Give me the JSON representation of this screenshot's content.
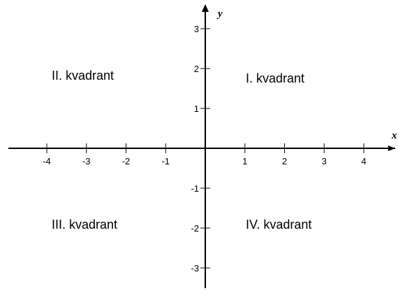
{
  "axes": {
    "x_label": "x",
    "y_label": "y",
    "x_ticks": [
      -4,
      -3,
      -2,
      -1,
      1,
      2,
      3,
      4
    ],
    "y_ticks": [
      3,
      2,
      1,
      -1,
      -2,
      -3
    ]
  },
  "quadrants": {
    "q1": "I. kvadrant",
    "q2": "II. kvadrant",
    "q3": "III. kvadrant",
    "q4": "IV. kvadrant"
  },
  "colors": {
    "axis": "#000000",
    "background": "#ffffff"
  }
}
